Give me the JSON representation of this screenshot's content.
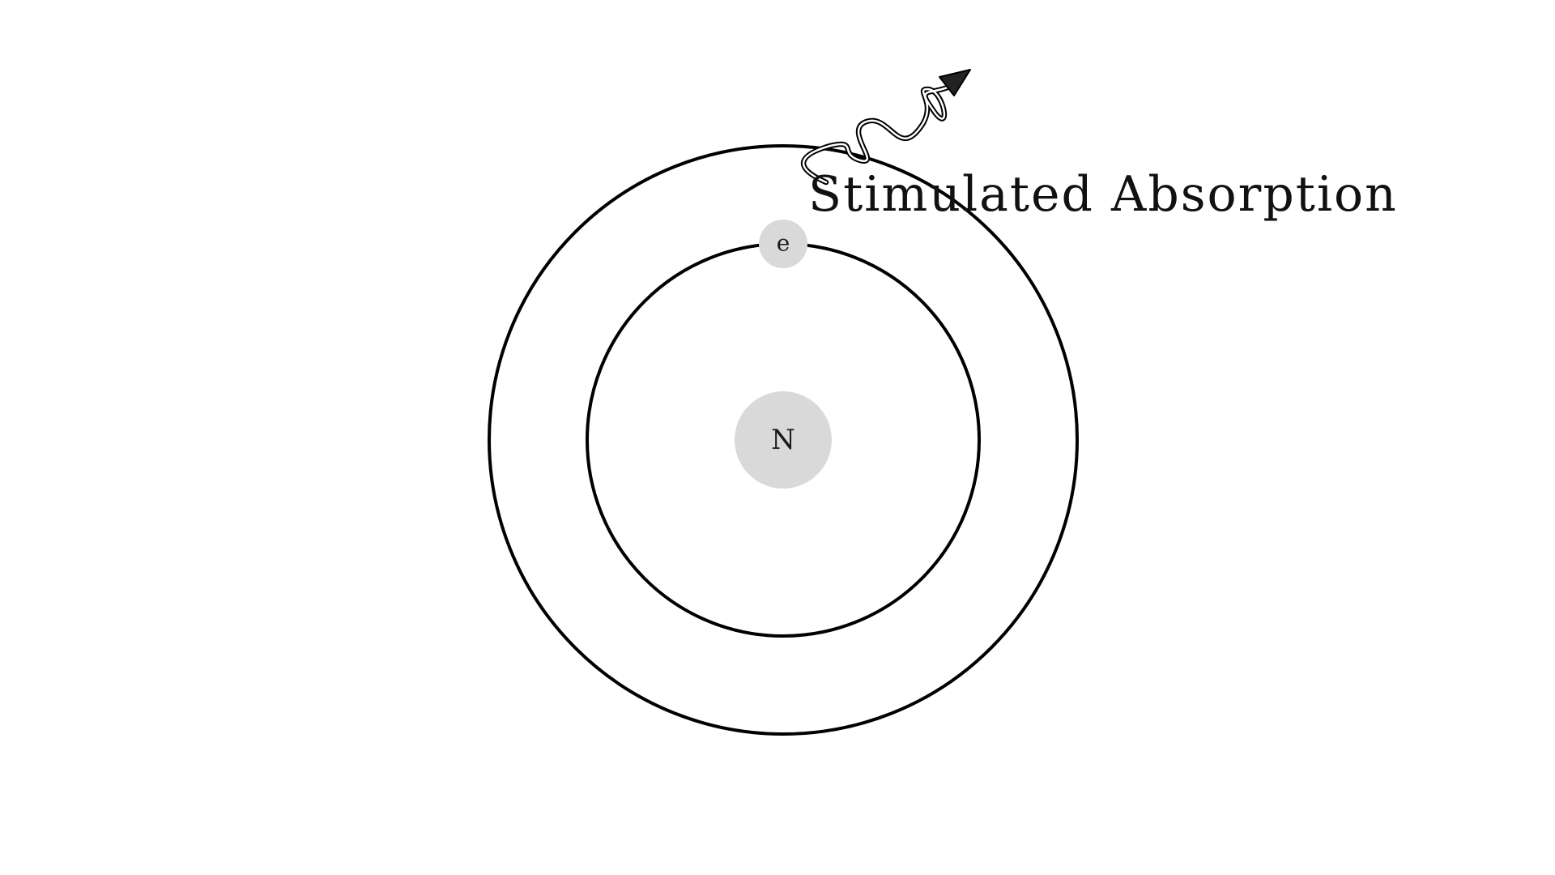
{
  "diagram": {
    "nucleus": {
      "label": "N",
      "color": "#d9d9d9"
    },
    "electron": {
      "label": "e",
      "color": "#d9d9d9"
    },
    "caption": "Stimulated Absorption",
    "photon": {
      "color": "#222222",
      "icon": "wavy-arrow-icon"
    },
    "orbit_color": "#000000"
  }
}
